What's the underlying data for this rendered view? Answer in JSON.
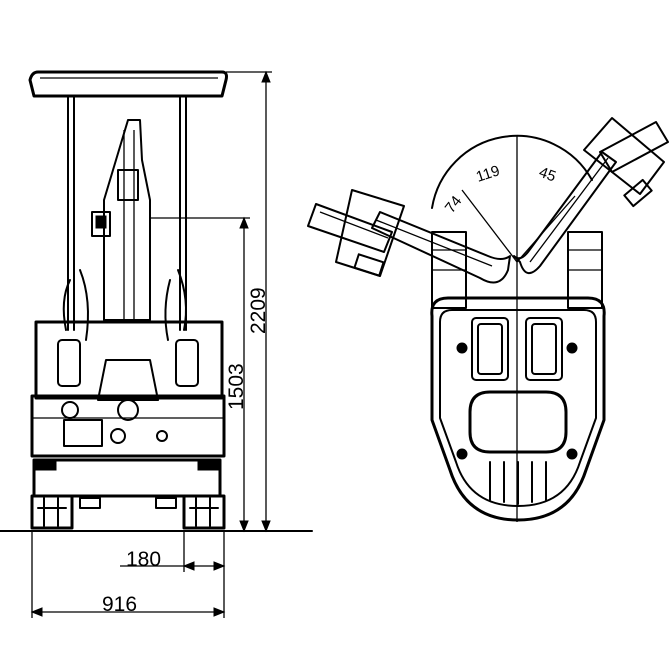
{
  "front_view": {
    "dimensions": {
      "overall_height": "2209",
      "cab_height": "1503",
      "track_width": "180",
      "overall_width": "916"
    }
  },
  "top_view": {
    "swing_angles": {
      "left_small": "74",
      "left_large": "119",
      "right": "45"
    }
  }
}
